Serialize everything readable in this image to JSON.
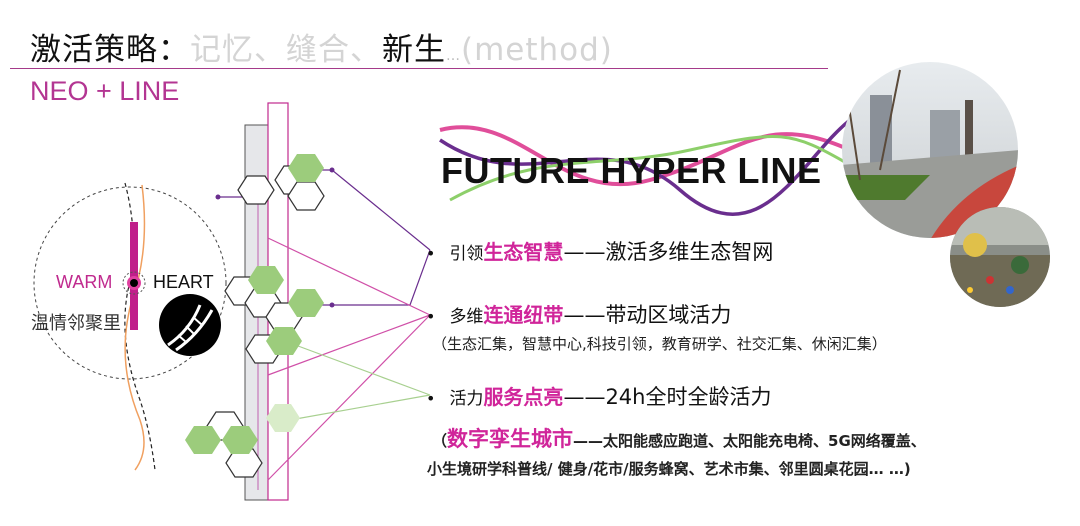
{
  "header": {
    "title_main": "激活策略：",
    "title_dim1": "记忆、",
    "title_dim2": "缝合、",
    "title_strong": "新生",
    "title_ellipsis": "…",
    "title_method": "(method)",
    "subtitle": "NEO + LINE"
  },
  "diagram": {
    "warm": "WARM",
    "heart": "HEART",
    "neighborhood": "温情邻聚里",
    "headline": "FUTURE HYPER LINE"
  },
  "bullets": [
    {
      "dot": "•",
      "prefix": "引领",
      "highlight": "生态智慧",
      "text": "——激活多维生态智网"
    },
    {
      "dot": "•",
      "prefix": "多维",
      "highlight": "连通纽带",
      "text": "——带动区域活力",
      "sub": "（生态汇集，智慧中心,科技引领，教育研学、社交汇集、休闲汇集）"
    },
    {
      "dot": "•",
      "prefix": "活力",
      "highlight": "服务点亮",
      "text": "——24h全时全龄活力"
    }
  ],
  "digital": {
    "open": "（",
    "highlight": "数字孪生城市",
    "line1": "——太阳能感应跑道、太阳能充电椅、5G网络覆盖、",
    "line2": "小生境研学科普线/ 健身/花市/服务蜂窝、艺术市集、邻里圆桌花园… …)"
  },
  "colors": {
    "accent": "#d0259a",
    "purple": "#6a2e8e",
    "green": "#9ccc7c",
    "rule": "#a53a8a"
  }
}
